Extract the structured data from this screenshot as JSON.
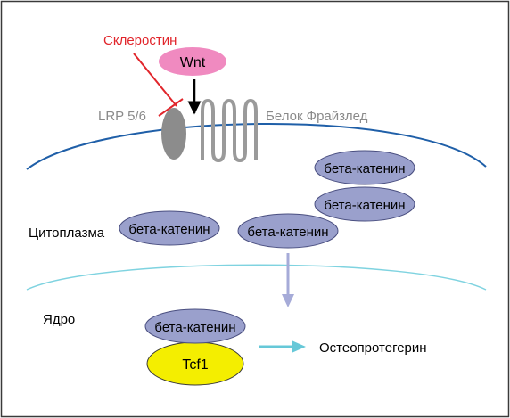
{
  "labels": {
    "sclerostin": "Склеростин",
    "wnt": "Wnt",
    "lrp": "LRP 5/6",
    "frizzled": "Белок Фрайзлед",
    "cytoplasm": "Цитоплазма",
    "nucleus": "Ядро",
    "beta_catenin": "бета-катенин",
    "tcf1": "Tcf1",
    "osteoprotegerin": "Остеопротегерин"
  },
  "colors": {
    "membrane": "#1f5fa8",
    "nuclear_membrane": "#7fd3e0",
    "wnt_fill": "#f08ac0",
    "catenin_fill": "#9aa0cc",
    "tcf_fill": "#f4ee00",
    "inhibition": "#e1252b",
    "gray_label": "#8a8a8a",
    "lrp_fill": "#8c8c8c",
    "down_arrow": "#a6abd8",
    "right_arrow": "#66c8d8"
  }
}
